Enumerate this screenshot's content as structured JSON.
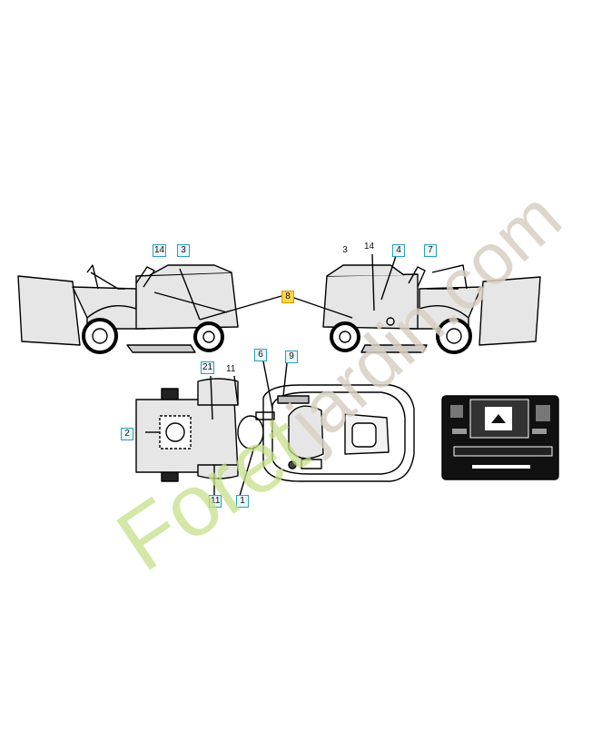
{
  "callouts": {
    "c14_left": "14",
    "c3_left": "3",
    "c8": "8",
    "c3_right": "3",
    "c14_right": "14",
    "c4": "4",
    "c7": "7",
    "c21": "21",
    "c11_top": "11",
    "c6": "6",
    "c9": "9",
    "c2": "2",
    "c11_bottom": "11",
    "c1": "1"
  },
  "watermark": {
    "green": "Foret",
    "grey": "jardin.com"
  },
  "colors": {
    "callout_border": "#2a9fb8",
    "highlight": "#ffd54a",
    "watermark_green": "#c8df8a",
    "watermark_grey": "#d8d0c2"
  }
}
